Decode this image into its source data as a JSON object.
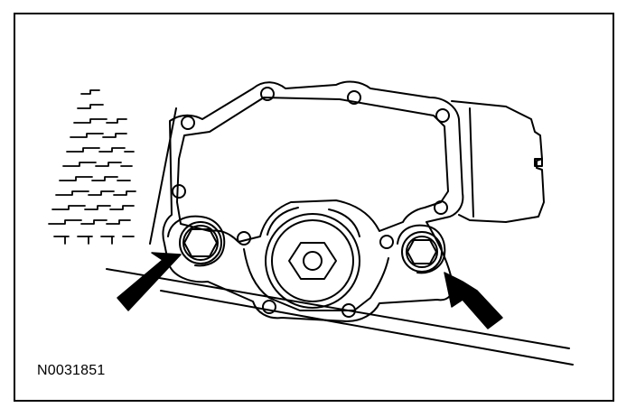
{
  "figure": {
    "id_label": "N0031851",
    "callouts": [
      "left-plug-arrow",
      "right-plug-arrow"
    ]
  },
  "colors": {
    "ink": "#000000",
    "paper": "#ffffff"
  },
  "icons": {
    "arrow": "arrow-icon",
    "plug": "hex-plug-icon"
  }
}
